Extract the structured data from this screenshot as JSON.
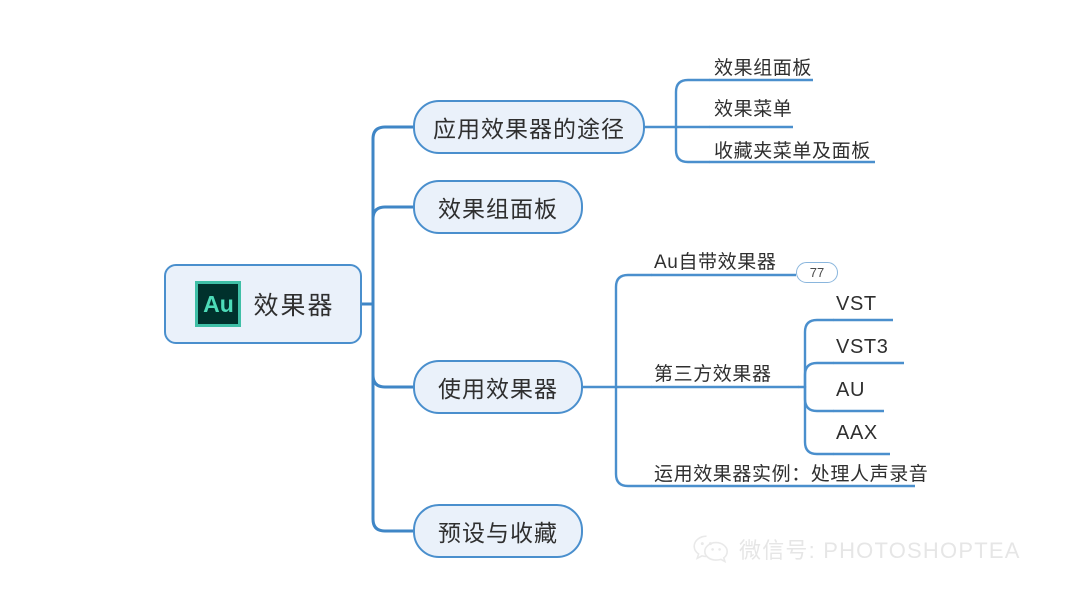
{
  "colors": {
    "node_border": "#4a8fcd",
    "node_fill": "#eaf1fa",
    "connector": "#4a8fcd",
    "text": "#2f2f2f",
    "au_logo_bg": "#00312c",
    "au_logo_border": "#3fbfa6",
    "au_logo_text": "#4ddbb8",
    "badge_border": "#8ab6dd",
    "watermark": "#d2d2d2",
    "canvas": "#ffffff"
  },
  "root": {
    "label": "效果器",
    "logo_text": "Au",
    "logo_name": "adobe-audition-logo"
  },
  "branches": [
    {
      "id": "apply",
      "label": "应用效果器的途径",
      "children": [
        {
          "id": "fx-panel",
          "label": "效果组面板"
        },
        {
          "id": "fx-menu",
          "label": "效果菜单"
        },
        {
          "id": "fav-menu",
          "label": "收藏夹菜单及面板"
        }
      ]
    },
    {
      "id": "panel",
      "label": "效果组面板",
      "children": []
    },
    {
      "id": "use",
      "label": "使用效果器",
      "children": [
        {
          "id": "au-builtin",
          "label": "Au自带效果器",
          "badge": "77"
        },
        {
          "id": "thirdparty",
          "label": "第三方效果器",
          "children": [
            {
              "id": "vst",
              "label": "VST"
            },
            {
              "id": "vst3",
              "label": "VST3"
            },
            {
              "id": "au",
              "label": "AU"
            },
            {
              "id": "aax",
              "label": "AAX"
            }
          ]
        },
        {
          "id": "example",
          "label": "运用效果器实例：处理人声录音"
        }
      ]
    },
    {
      "id": "preset",
      "label": "预设与收藏",
      "children": []
    }
  ],
  "watermark": {
    "icon_name": "wechat-icon",
    "text": "微信号: PHOTOSHOPTEA"
  }
}
